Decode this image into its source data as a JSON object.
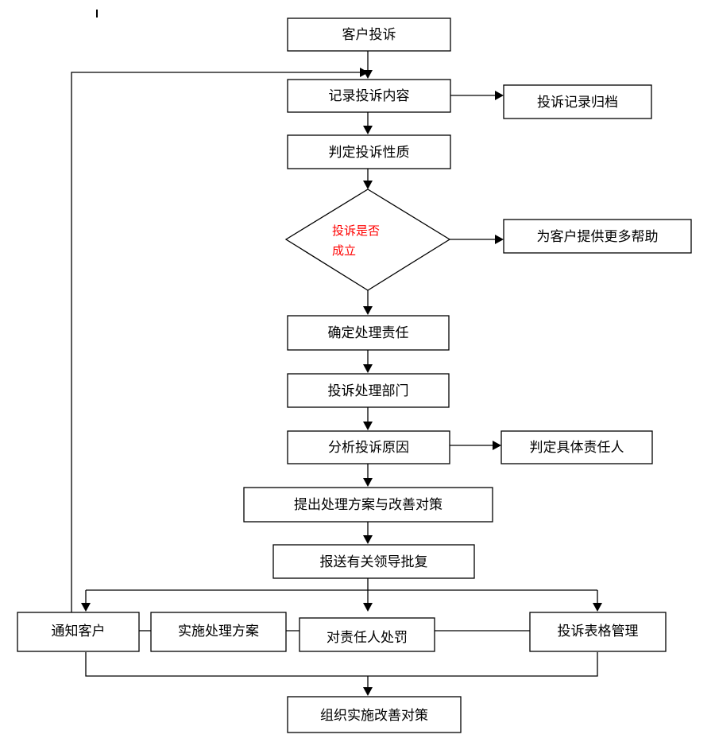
{
  "colors": {
    "decision_text": "#ff0000",
    "line": "#000000"
  },
  "nodes": {
    "customer_complaint": "客户投诉",
    "record_content": "记录投诉内容",
    "archive_record": "投诉记录归档",
    "determine_nature": "判定投诉性质",
    "decision_line1": "投诉是否",
    "decision_line2": "成立",
    "more_help": "为客户提供更多帮助",
    "determine_responsibility": "确定处理责任",
    "handling_department": "投诉处理部门",
    "analyze_cause": "分析投诉原因",
    "identify_person": "判定具体责任人",
    "propose_plan": "提出处理方案与改善对策",
    "report_leader": "报送有关领导批复",
    "notify_customer": "通知客户",
    "implement_plan": "实施处理方案",
    "punish_person": "对责任人处罚",
    "form_management": "投诉表格管理",
    "organize_improvement": "组织实施改善对策"
  }
}
